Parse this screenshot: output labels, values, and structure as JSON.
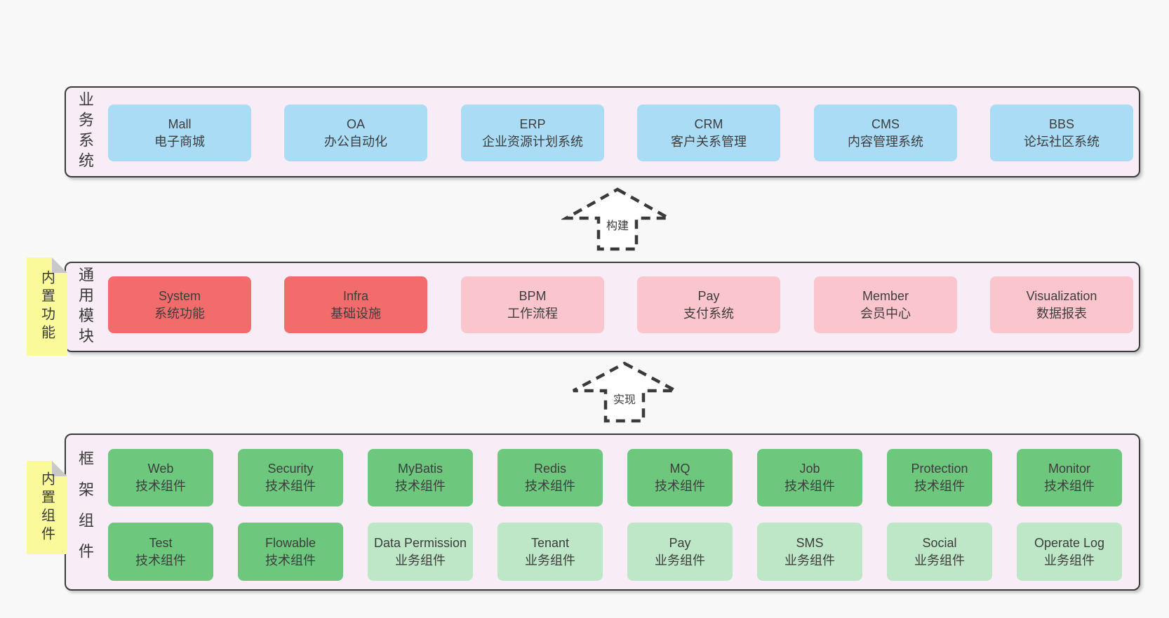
{
  "colors": {
    "page_bg": "#f8f8f8",
    "panel_bg": "#f8edf6",
    "panel_border": "#3b3b3b",
    "blue": "#aadcf6",
    "red": "#f26c6c",
    "pink": "#fbc5cd",
    "green": "#6dc87e",
    "light_green": "#bee7c7",
    "sticky_yellow": "#fafa9a",
    "text": "#3d3d3d"
  },
  "arrows": [
    {
      "label": "构建"
    },
    {
      "label": "实现"
    }
  ],
  "layers": [
    {
      "id": "business",
      "side_label": "业务系统",
      "sticky": null,
      "boxes": [
        {
          "title": "Mall",
          "subtitle": "电子商城",
          "variant": "blue"
        },
        {
          "title": "OA",
          "subtitle": "办公自动化",
          "variant": "blue"
        },
        {
          "title": "ERP",
          "subtitle": "企业资源计划系统",
          "variant": "blue"
        },
        {
          "title": "CRM",
          "subtitle": "客户关系管理",
          "variant": "blue"
        },
        {
          "title": "CMS",
          "subtitle": "内容管理系统",
          "variant": "blue"
        },
        {
          "title": "BBS",
          "subtitle": "论坛社区系统",
          "variant": "blue"
        }
      ]
    },
    {
      "id": "modules",
      "side_label": "通用模块",
      "sticky": "内置功能",
      "boxes": [
        {
          "title": "System",
          "subtitle": "系统功能",
          "variant": "red"
        },
        {
          "title": "Infra",
          "subtitle": "基础设施",
          "variant": "red"
        },
        {
          "title": "BPM",
          "subtitle": "工作流程",
          "variant": "pink"
        },
        {
          "title": "Pay",
          "subtitle": "支付系统",
          "variant": "pink"
        },
        {
          "title": "Member",
          "subtitle": "会员中心",
          "variant": "pink"
        },
        {
          "title": "Visualization",
          "subtitle": "数据报表",
          "variant": "pink"
        }
      ]
    },
    {
      "id": "components",
      "side_label": "框架组件",
      "sticky": "内置组件",
      "rows": [
        [
          {
            "title": "Web",
            "subtitle": "技术组件",
            "variant": "green"
          },
          {
            "title": "Security",
            "subtitle": "技术组件",
            "variant": "green"
          },
          {
            "title": "MyBatis",
            "subtitle": "技术组件",
            "variant": "green"
          },
          {
            "title": "Redis",
            "subtitle": "技术组件",
            "variant": "green"
          },
          {
            "title": "MQ",
            "subtitle": "技术组件",
            "variant": "green"
          },
          {
            "title": "Job",
            "subtitle": "技术组件",
            "variant": "green"
          },
          {
            "title": "Protection",
            "subtitle": "技术组件",
            "variant": "green"
          },
          {
            "title": "Monitor",
            "subtitle": "技术组件",
            "variant": "green"
          }
        ],
        [
          {
            "title": "Test",
            "subtitle": "技术组件",
            "variant": "green"
          },
          {
            "title": "Flowable",
            "subtitle": "技术组件",
            "variant": "green"
          },
          {
            "title": "Data Permission",
            "subtitle": "业务组件",
            "variant": "light_green"
          },
          {
            "title": "Tenant",
            "subtitle": "业务组件",
            "variant": "light_green"
          },
          {
            "title": "Pay",
            "subtitle": "业务组件",
            "variant": "light_green"
          },
          {
            "title": "SMS",
            "subtitle": "业务组件",
            "variant": "light_green"
          },
          {
            "title": "Social",
            "subtitle": "业务组件",
            "variant": "light_green"
          },
          {
            "title": "Operate Log",
            "subtitle": "业务组件",
            "variant": "light_green"
          }
        ]
      ]
    }
  ]
}
